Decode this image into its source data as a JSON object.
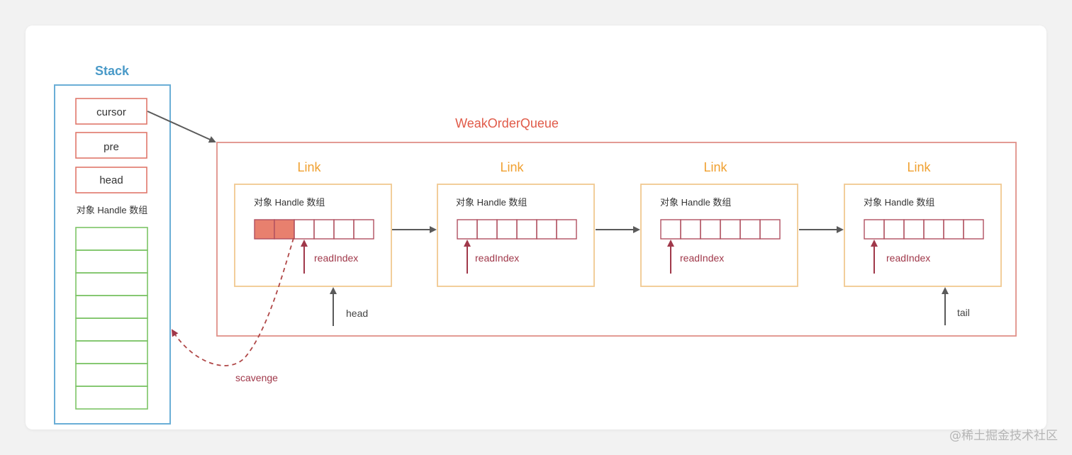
{
  "diagram": {
    "stack": {
      "title": "Stack",
      "fields": [
        "cursor",
        "pre",
        "head"
      ],
      "array_label": "对象 Handle 数组",
      "array_slots": 8
    },
    "queue": {
      "title": "WeakOrderQueue",
      "links": [
        {
          "title": "Link",
          "array_label": "对象 Handle 数组",
          "slots": 6,
          "filled": 2,
          "read_index_slot": 2,
          "read_index_label": "readIndex"
        },
        {
          "title": "Link",
          "array_label": "对象 Handle 数组",
          "slots": 6,
          "filled": 0,
          "read_index_slot": 0,
          "read_index_label": "readIndex"
        },
        {
          "title": "Link",
          "array_label": "对象 Handle 数组",
          "slots": 6,
          "filled": 0,
          "read_index_slot": 0,
          "read_index_label": "readIndex"
        },
        {
          "title": "Link",
          "array_label": "对象 Handle 数组",
          "slots": 6,
          "filled": 0,
          "read_index_slot": 0,
          "read_index_label": "readIndex"
        }
      ],
      "head_label": "head",
      "tail_label": "tail"
    },
    "scavenge_label": "scavenge"
  },
  "colors": {
    "stack_border": "#6aaed6",
    "stack_field_border": "#e0776a",
    "stack_array_border": "#7cc466",
    "queue_border": "#e09088",
    "link_border": "#f0c890",
    "slot_border": "#b05060",
    "slot_filled": "#e8806e",
    "read_index_arrow": "#a0384a",
    "pointer_arrow": "#555555",
    "scavenge": "#b04848"
  },
  "watermark": "@稀土掘金技术社区"
}
